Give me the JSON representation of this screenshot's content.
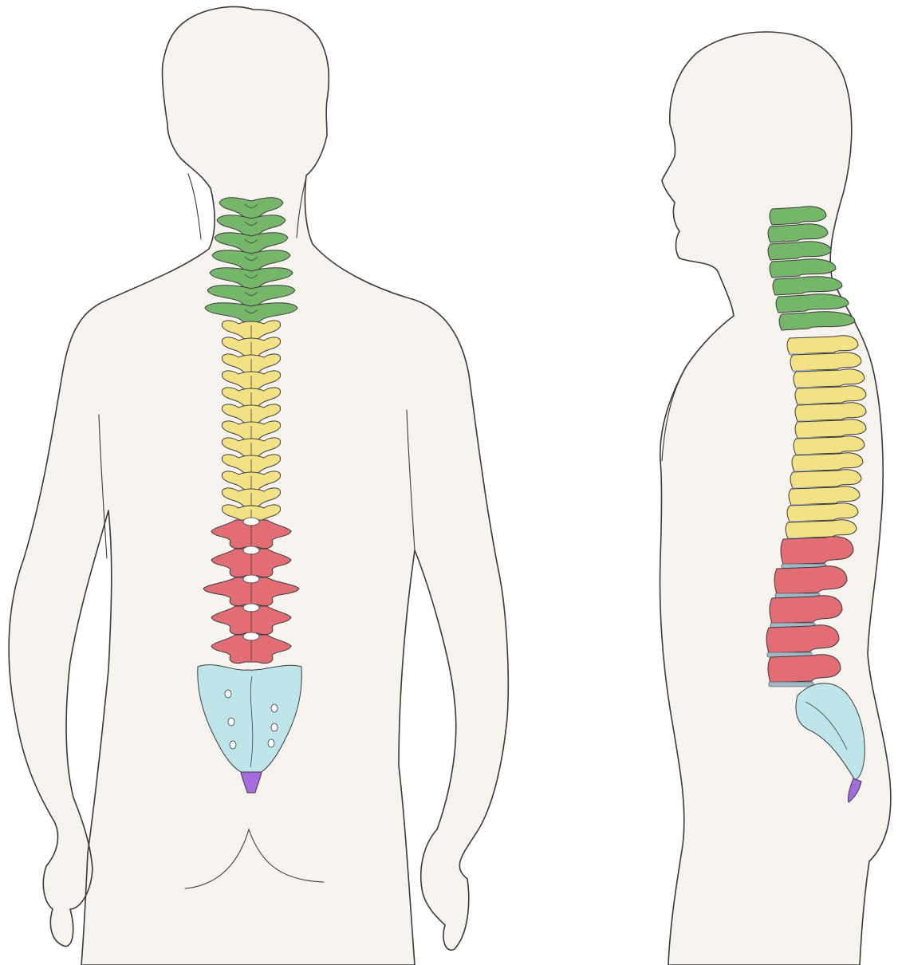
{
  "colors": {
    "skin": "#f7f3ef",
    "outline": "#3a3a3a",
    "cervical": "#76b66a",
    "thoracic": "#f3e285",
    "lumbar": "#e26d75",
    "sacrum": "#bde5ea",
    "coccyx": "#a56be0",
    "disc": "#9fb7c7"
  },
  "figures": [
    {
      "view": "posterior"
    },
    {
      "view": "lateral"
    }
  ],
  "spine_regions": [
    {
      "region": "cervical",
      "vertebrae": 7,
      "color_key": "cervical"
    },
    {
      "region": "thoracic",
      "vertebrae": 12,
      "color_key": "thoracic"
    },
    {
      "region": "lumbar",
      "vertebrae": 5,
      "color_key": "lumbar"
    },
    {
      "region": "sacrum",
      "vertebrae": 1,
      "color_key": "sacrum"
    },
    {
      "region": "coccyx",
      "vertebrae": 1,
      "color_key": "coccyx"
    }
  ]
}
